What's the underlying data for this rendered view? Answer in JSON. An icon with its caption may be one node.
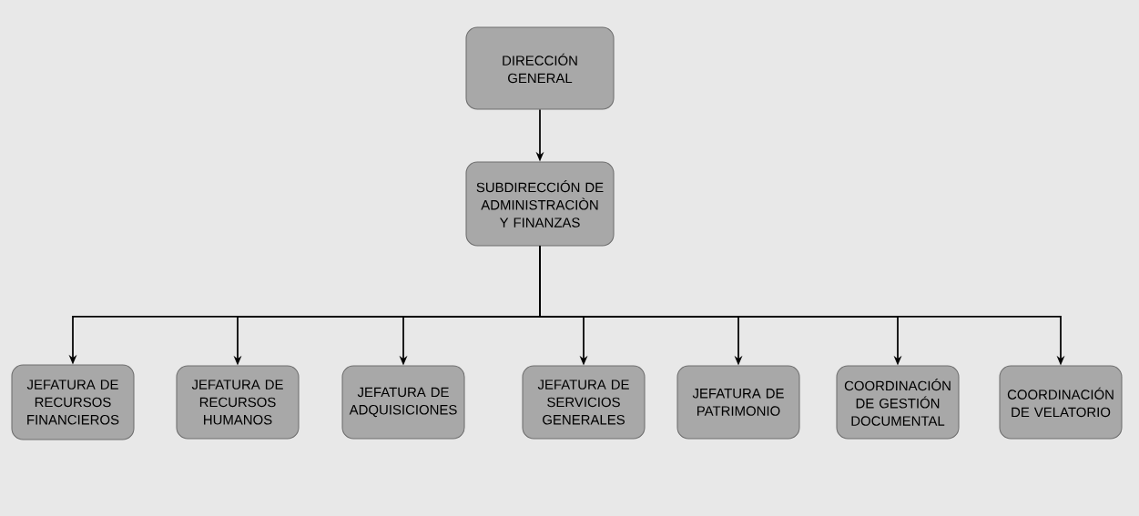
{
  "diagram": {
    "nodes": [
      {
        "text": [
          "DIRECCIÓN GENERAL"
        ]
      },
      {
        "text": [
          "SUBDIRECCIÓN DE ADMINISTRACIÒN Y FINANZAS"
        ]
      },
      {
        "text": [
          "JEFATURA DE RECURSOS FINANCIEROS"
        ]
      },
      {
        "text": [
          "JEFATURA DE RECURSOS HUMANOS"
        ]
      },
      {
        "text": [
          "JEFATURA DE ADQUISICIONES"
        ]
      },
      {
        "text": [
          "JEFATURA DE SERVICIOS GENERALES"
        ]
      },
      {
        "text": [
          "JEFATURA DE PATRIMONIO"
        ]
      },
      {
        "text": [
          "COORDINACIÓN DE GESTIÓN DOCUMENTAL"
        ]
      },
      {
        "text": [
          "COORDINACIÓN DE VELATORIO"
        ]
      }
    ],
    "edges": [
      {
        "from": 0,
        "to": 1,
        "arrow": "to"
      },
      {
        "from": 1,
        "to": 2,
        "arrow": "to"
      },
      {
        "from": 1,
        "to": 3,
        "arrow": "to"
      },
      {
        "from": 1,
        "to": 4,
        "arrow": "to"
      },
      {
        "from": 1,
        "to": 5,
        "arrow": "to"
      },
      {
        "from": 1,
        "to": 6,
        "arrow": "to"
      },
      {
        "from": 1,
        "to": 7,
        "arrow": "to"
      },
      {
        "from": 1,
        "to": 8,
        "arrow": "to"
      }
    ]
  }
}
